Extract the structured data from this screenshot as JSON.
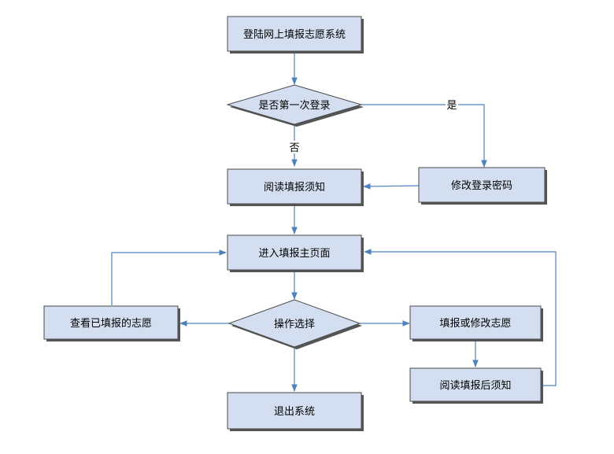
{
  "nodes": {
    "login": "登陆网上填报志愿系统",
    "first_login": "是否第一次登录",
    "change_password": "修改登录密码",
    "read_notice": "阅读填报须知",
    "main_page": "进入填报主页面",
    "choose_action": "操作选择",
    "view_choices": "查看已填报的志愿",
    "fill_or_modify": "填报或修改志愿",
    "read_post_notice": "阅读填报后须知",
    "exit": "退出系统"
  },
  "edge_labels": {
    "yes": "是",
    "no": "否"
  },
  "colors": {
    "node_fill": "#d3dff0",
    "node_border": "#4a4a4a",
    "shadow": "#555555",
    "edge": "#4f81bd"
  }
}
